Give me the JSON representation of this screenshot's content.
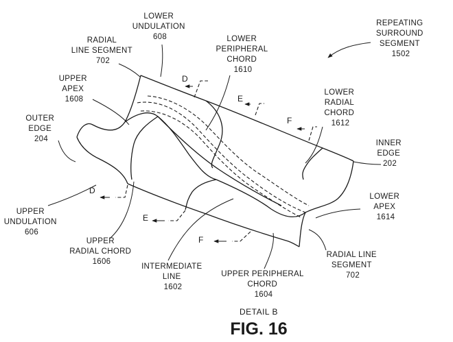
{
  "figure": {
    "title": "FIG. 16",
    "caption": "DETAIL B"
  },
  "labels": {
    "lower_undulation": [
      "LOWER",
      "UNDULATION",
      "608"
    ],
    "radial_line_segment_top": [
      "RADIAL",
      "LINE SEGMENT",
      "702"
    ],
    "lower_peripheral_chord": [
      "LOWER",
      "PERIPHERAL",
      "CHORD",
      "1610"
    ],
    "repeating_surround_segment": [
      "REPEATING",
      "SURROUND",
      "SEGMENT",
      "1502"
    ],
    "upper_apex": [
      "UPPER",
      "APEX",
      "1608"
    ],
    "lower_radial_chord": [
      "LOWER",
      "RADIAL",
      "CHORD",
      "1612"
    ],
    "outer_edge": [
      "OUTER",
      "EDGE",
      "204"
    ],
    "inner_edge": [
      "INNER",
      "EDGE",
      "202"
    ],
    "lower_apex": [
      "LOWER",
      "APEX",
      "1614"
    ],
    "upper_undulation": [
      "UPPER",
      "UNDULATION",
      "606"
    ],
    "upper_radial_chord": [
      "UPPER",
      "RADIAL CHORD",
      "1606"
    ],
    "intermediate_line": [
      "INTERMEDIATE",
      "LINE",
      "1602"
    ],
    "upper_peripheral_chord": [
      "UPPER PERIPHERAL",
      "CHORD",
      "1604"
    ],
    "radial_line_segment_bottom": [
      "RADIAL LINE",
      "SEGMENT",
      "702"
    ]
  },
  "section_markers": {
    "D": "D",
    "E": "E",
    "F": "F"
  }
}
